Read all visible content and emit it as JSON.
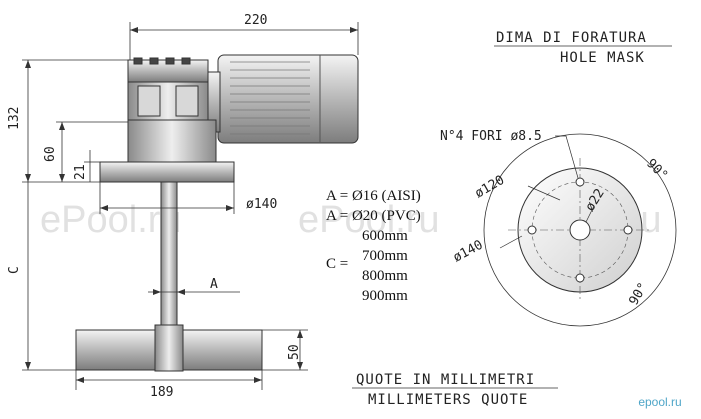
{
  "watermark": "ePool.ru",
  "logo": "epool.ru",
  "dimensions": {
    "overall_width": "220",
    "height_132": "132",
    "height_60": "60",
    "height_21": "21",
    "flange_dia": "ø140",
    "blade_width": "189",
    "blade_height": "50",
    "shaft_A": "A",
    "shaft_C": "C"
  },
  "specs": {
    "a_aisi": "A = Ø16  (AISI)",
    "a_pvc": "A = Ø20  (PVC)",
    "c_label": "C =",
    "c_options": [
      "600mm",
      "700mm",
      "800mm",
      "900mm"
    ]
  },
  "hole_mask": {
    "title_it": "DIMA DI FORATURA",
    "title_en": "HOLE MASK",
    "holes_note": "N°4 FORI ø8.5",
    "dia_120": "ø120",
    "dia_140": "ø140",
    "dia_22": "ø22",
    "angle_top": "90°",
    "angle_bottom": "90°"
  },
  "units_note": {
    "it": "QUOTE IN MILLIMETRI",
    "en": "MILLIMETERS QUOTE"
  }
}
